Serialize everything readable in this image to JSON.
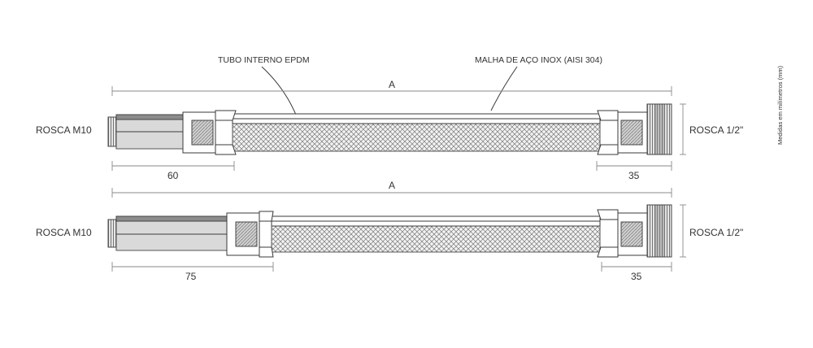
{
  "labels": {
    "tubo_interno": "TUBO INTERNO EPDM",
    "malha": "MALHA DE AÇO INOX (AISI 304)",
    "medidas": "Medidas em milímetros (mm)"
  },
  "hoses": [
    {
      "length_label": "A",
      "left_thread": "ROSCA M10",
      "right_thread": "ROSCA 1/2\"",
      "left_dimension": "60",
      "right_dimension": "35"
    },
    {
      "length_label": "A",
      "left_thread": "ROSCA M10",
      "right_thread": "ROSCA 1/2\"",
      "left_dimension": "75",
      "right_dimension": "35"
    }
  ]
}
